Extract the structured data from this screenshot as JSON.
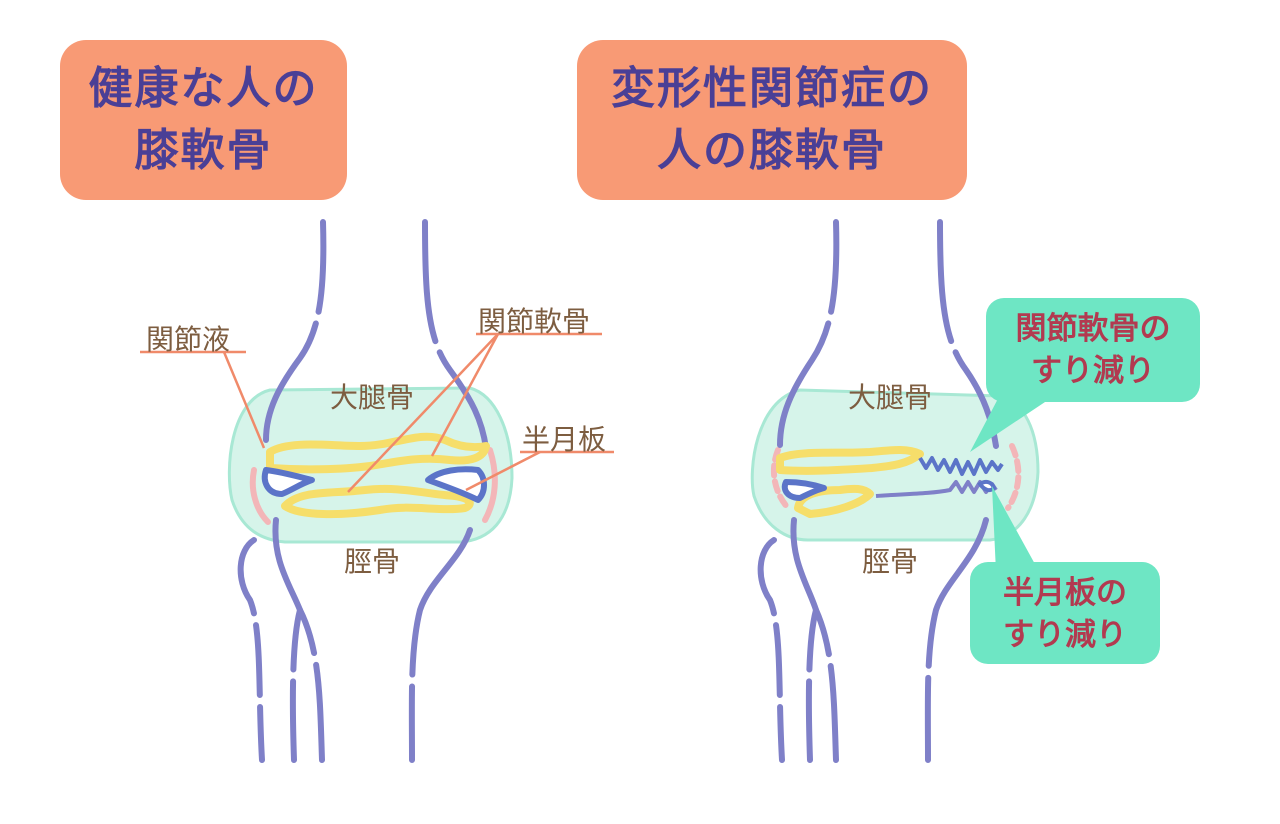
{
  "healthy": {
    "title_line1": "健康な人の",
    "title_line2": "膝軟骨",
    "label_femur": "大腿骨",
    "label_tibia": "脛骨",
    "ann_fluid": "関節液",
    "ann_cartilage": "関節軟骨",
    "ann_meniscus": "半月板"
  },
  "oa": {
    "title_line1": "変形性関節症の",
    "title_line2": "人の膝軟骨",
    "label_femur": "大腿骨",
    "label_tibia": "脛骨",
    "callout_cartilage_line1": "関節軟骨の",
    "callout_cartilage_line2": "すり減り",
    "callout_meniscus_line1": "半月板の",
    "callout_meniscus_line2": "すり減り"
  },
  "colors": {
    "title_bg": "#f89a75",
    "title_text": "#4a3f96",
    "bone_outline": "#7f80c8",
    "cartilage": "#f6de6a",
    "meniscus": "#5b74c8",
    "synovial_fluid": "#d6f4ea",
    "callout_bg": "#6ee6c4",
    "callout_text": "#b23a50",
    "leader_line": "#f08a6a",
    "label_text": "#7d5d40"
  }
}
